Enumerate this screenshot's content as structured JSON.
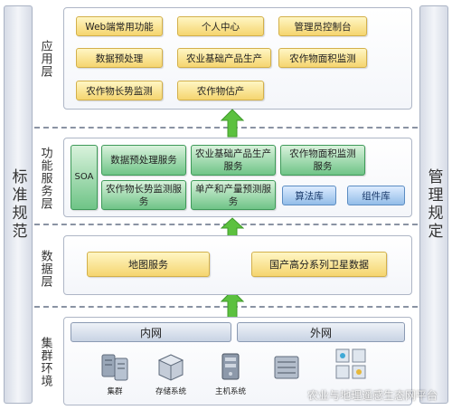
{
  "sidebars": {
    "left": "标准规范",
    "right": "管理规定"
  },
  "layers": {
    "application": {
      "label": "应用层",
      "items": [
        "Web端常用功能",
        "个人中心",
        "管理员控制台",
        "数据预处理",
        "农业基础产品生产",
        "农作物面积监测",
        "农作物长势监测",
        "农作物估产"
      ]
    },
    "function": {
      "label": "功能服务层",
      "soa": "SOA",
      "services": [
        "数据预处理服务",
        "农业基础产品生产服务",
        "农作物面积监测服务",
        "农作物长势监测服务",
        "单产和产量预测服务"
      ],
      "libraries": [
        "算法库",
        "组件库"
      ]
    },
    "data": {
      "label": "数据层",
      "items": [
        "地图服务",
        "国产高分系列卫星数据"
      ]
    },
    "cluster": {
      "label": "集群环境",
      "networks": [
        "内网",
        "外网"
      ],
      "devices": [
        {
          "label": "集群",
          "icon": "cluster-server-icon"
        },
        {
          "label": "存储系统",
          "icon": "storage-icon"
        },
        {
          "label": "主机系统",
          "icon": "host-icon"
        },
        {
          "label": "",
          "icon": "server-rack-icon"
        },
        {
          "label": "",
          "icon": "database-icon"
        }
      ]
    }
  },
  "watermark": "农业与地理遥感生态网平台",
  "colors": {
    "arrow": "#5cc13f",
    "yellow_box": "#f5d56f",
    "green_box": "#6fc487",
    "blue_box": "#93bde8"
  }
}
